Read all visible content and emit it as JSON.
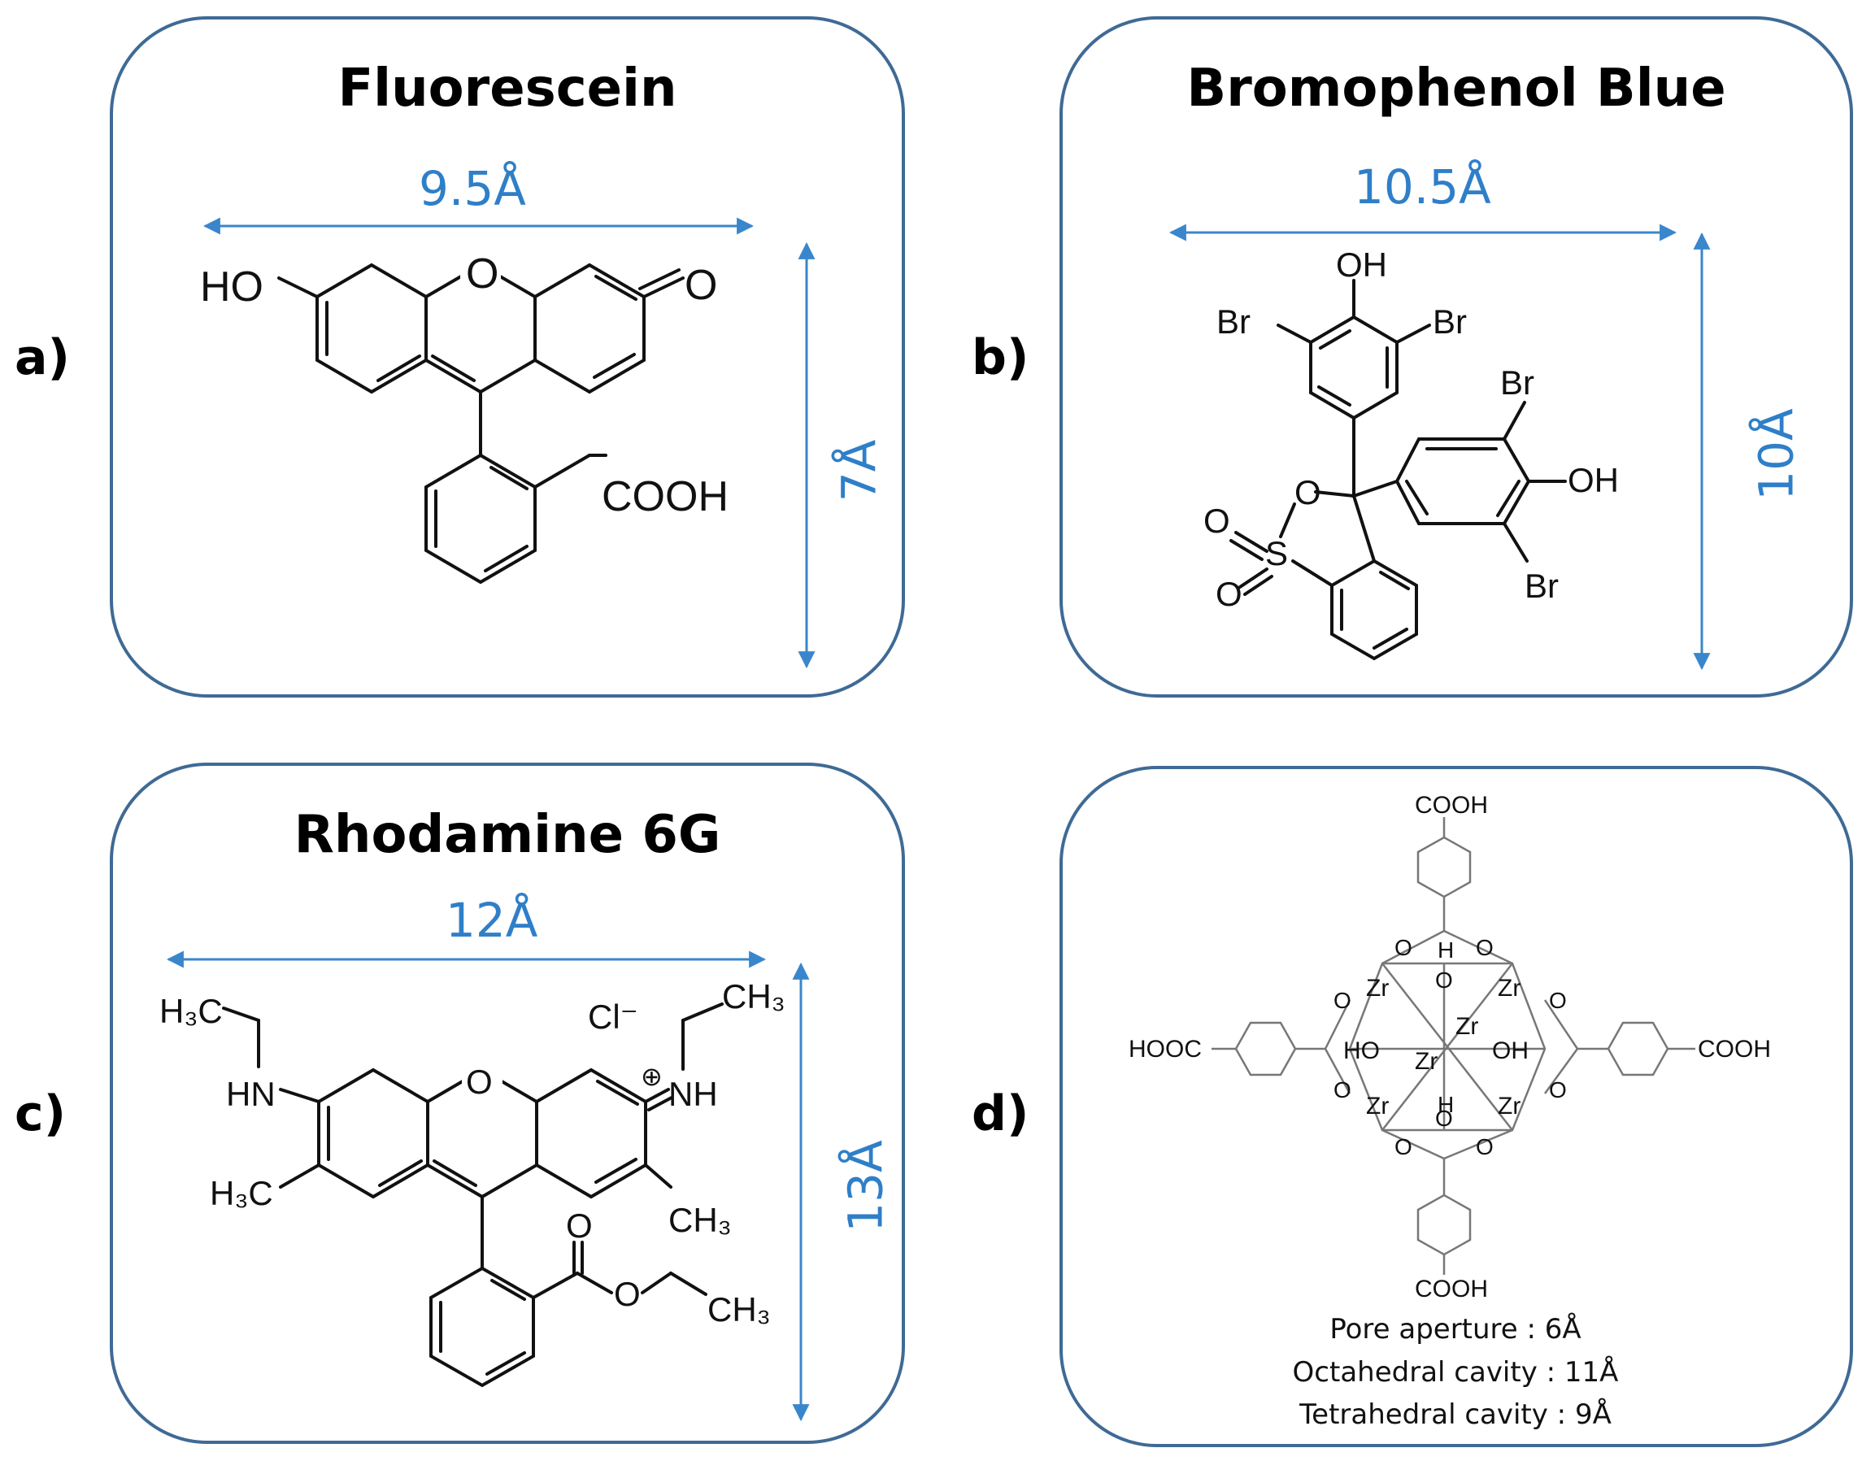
{
  "panels": {
    "a": {
      "letter": "a)",
      "title": "Fluorescein",
      "width_label": "9.5Å",
      "height_label": "7Å",
      "labels": {
        "ho": "HO",
        "o_ring": "O",
        "o_keto": "O",
        "cooh": "COOH"
      }
    },
    "b": {
      "letter": "b)",
      "title": "Bromophenol Blue",
      "width_label": "10.5Å",
      "height_label": "10Å",
      "labels": {
        "oh_top": "OH",
        "br1": "Br",
        "br2": "Br",
        "br3": "Br",
        "br4": "Br",
        "oh_right": "OH",
        "o_ring": "O",
        "s": "S",
        "o1": "O",
        "o2": "O"
      }
    },
    "c": {
      "letter": "c)",
      "title": "Rhodamine 6G",
      "width_label": "12Å",
      "height_label": "13Å",
      "labels": {
        "h3c_top": "H₃C",
        "hn": "HN",
        "h3c_bottom": "H₃C",
        "cl": "Cl⁻",
        "ch3_top": "CH₃",
        "nh": "NH",
        "plus": "⊕",
        "o_ring": "O",
        "ch3_right": "CH₃",
        "o_carbonyl": "O",
        "o_ester": "O",
        "ch3_ester": "CH₃"
      }
    },
    "d": {
      "letter": "d)",
      "labels": {
        "cooh_top": "COOH",
        "cooh_bottom": "COOH",
        "hooc_left": "HOOC",
        "cooh_right": "COOH",
        "zr": "Zr",
        "ho": "HO",
        "oh": "OH",
        "h": "H",
        "o": "O"
      },
      "info_lines": [
        "Pore aperture : 6Å",
        "Octahedral cavity : 11Å",
        "Tetrahedral cavity : 9Å"
      ]
    }
  },
  "colors": {
    "panel_border": "#3f6a95",
    "dimension": "#2f7fc8"
  }
}
